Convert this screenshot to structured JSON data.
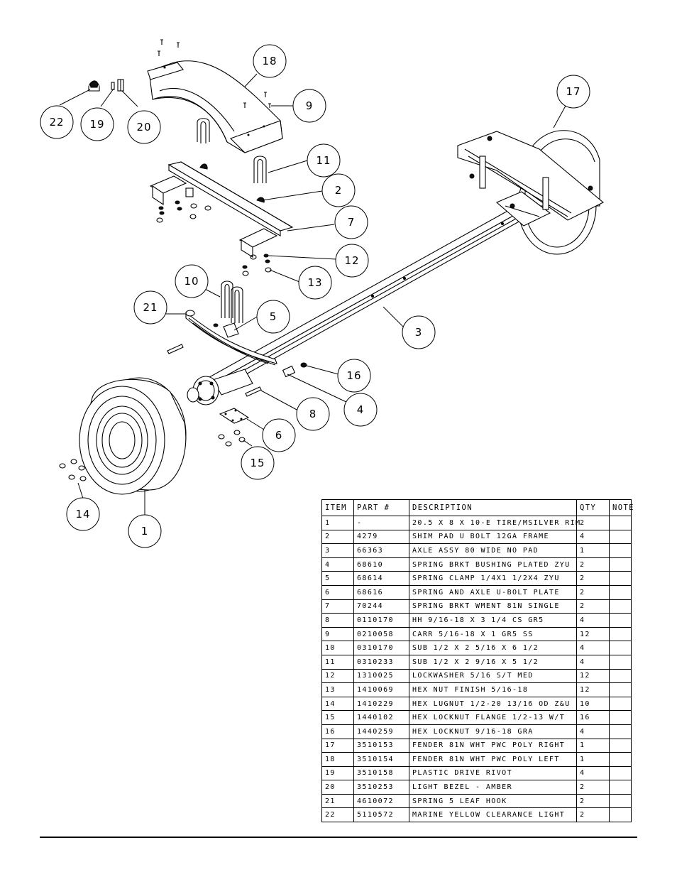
{
  "diagram": {
    "callouts": [
      "1",
      "2",
      "3",
      "4",
      "5",
      "6",
      "7",
      "8",
      "9",
      "10",
      "11",
      "12",
      "13",
      "14",
      "15",
      "16",
      "17",
      "18",
      "19",
      "20",
      "21",
      "22"
    ]
  },
  "bom": {
    "headers": {
      "item": "ITEM",
      "part": "PART #",
      "description": "DESCRIPTION",
      "qty": "QTY",
      "note": "NOTE"
    },
    "rows": [
      {
        "item": "1",
        "part": "-",
        "description": "20.5 X 8 X 10-E TIRE/MSILVER RIM",
        "qty": "2",
        "note": ""
      },
      {
        "item": "2",
        "part": "4279",
        "description": "SHIM PAD   U BOLT 12GA FRAME",
        "qty": "4",
        "note": ""
      },
      {
        "item": "3",
        "part": "66363",
        "description": "AXLE ASSY 80 WIDE NO PAD",
        "qty": "1",
        "note": ""
      },
      {
        "item": "4",
        "part": "68610",
        "description": "SPRING BRKT BUSHING PLATED ZYU",
        "qty": "2",
        "note": ""
      },
      {
        "item": "5",
        "part": "68614",
        "description": "SPRING CLAMP   1/4X1 1/2X4  ZYU",
        "qty": "2",
        "note": ""
      },
      {
        "item": "6",
        "part": "68616",
        "description": "SPRING AND AXLE U-BOLT PLATE",
        "qty": "2",
        "note": ""
      },
      {
        "item": "7",
        "part": "70244",
        "description": "SPRING BRKT WMENT 81N SINGLE",
        "qty": "2",
        "note": ""
      },
      {
        "item": "8",
        "part": "0110170",
        "description": "HH 9/16-18 X 3 1/4 CS GR5",
        "qty": "4",
        "note": ""
      },
      {
        "item": "9",
        "part": "0210058",
        "description": "CARR 5/16-18 X 1 GR5 SS",
        "qty": "12",
        "note": ""
      },
      {
        "item": "10",
        "part": "0310170",
        "description": "SUB 1/2 X 2 5/16 X 6 1/2",
        "qty": "4",
        "note": ""
      },
      {
        "item": "11",
        "part": "0310233",
        "description": "SUB 1/2 X 2 9/16 X 5 1/2",
        "qty": "4",
        "note": ""
      },
      {
        "item": "12",
        "part": "1310025",
        "description": "LOCKWASHER 5/16 S/T MED",
        "qty": "12",
        "note": ""
      },
      {
        "item": "13",
        "part": "1410069",
        "description": "HEX NUT FINISH 5/16-18",
        "qty": "12",
        "note": ""
      },
      {
        "item": "14",
        "part": "1410229",
        "description": "HEX LUGNUT 1/2-20 13/16 OD Z&U",
        "qty": "10",
        "note": ""
      },
      {
        "item": "15",
        "part": "1440102",
        "description": "HEX LOCKNUT FLANGE 1/2-13 W/T",
        "qty": "16",
        "note": ""
      },
      {
        "item": "16",
        "part": "1440259",
        "description": "HEX LOCKNUT 9/16-18 GRA",
        "qty": "4",
        "note": ""
      },
      {
        "item": "17",
        "part": "3510153",
        "description": "FENDER  81N WHT PWC POLY RIGHT",
        "qty": "1",
        "note": ""
      },
      {
        "item": "18",
        "part": "3510154",
        "description": "FENDER  81N WHT PWC POLY LEFT",
        "qty": "1",
        "note": ""
      },
      {
        "item": "19",
        "part": "3510158",
        "description": "PLASTIC DRIVE RIVOT",
        "qty": "4",
        "note": ""
      },
      {
        "item": "20",
        "part": "3510253",
        "description": "LIGHT BEZEL - AMBER",
        "qty": "2",
        "note": ""
      },
      {
        "item": "21",
        "part": "4610072",
        "description": "SPRING  5 LEAF HOOK",
        "qty": "2",
        "note": ""
      },
      {
        "item": "22",
        "part": "5110572",
        "description": "MARINE YELLOW CLEARANCE LIGHT",
        "qty": "2",
        "note": ""
      }
    ]
  }
}
